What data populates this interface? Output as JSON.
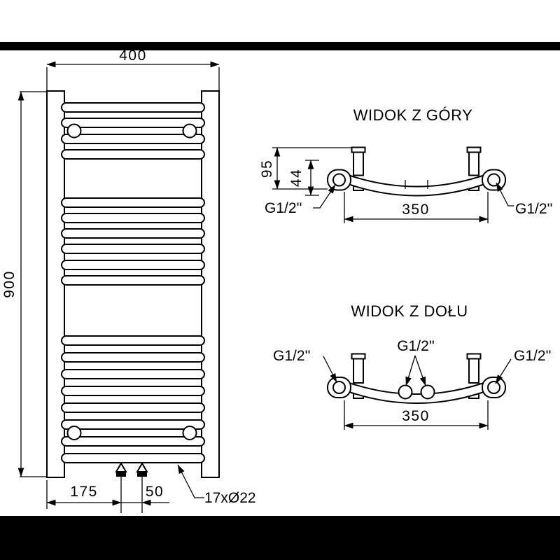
{
  "drawing": {
    "colors": {
      "line": "#000000",
      "background": "#ffffff",
      "letterbox": "#000000"
    },
    "front_view": {
      "dim_width": "400",
      "dim_height": "900",
      "dim_valve_offset": "175",
      "dim_valve_spacing": "50",
      "tube_count_label": "17xØ22"
    },
    "top_view": {
      "title": "WIDOK Z GÓRY",
      "dim_depth": "95",
      "dim_connection_depth": "44",
      "dim_connection_spacing": "350",
      "connection_left": "G1/2''",
      "connection_right": "G1/2''"
    },
    "bottom_view": {
      "title": "WIDOK Z DOŁU",
      "dim_connection_spacing": "350",
      "connection_left": "G1/2''",
      "connection_center": "G1/2''",
      "connection_right": "G1/2''"
    }
  }
}
